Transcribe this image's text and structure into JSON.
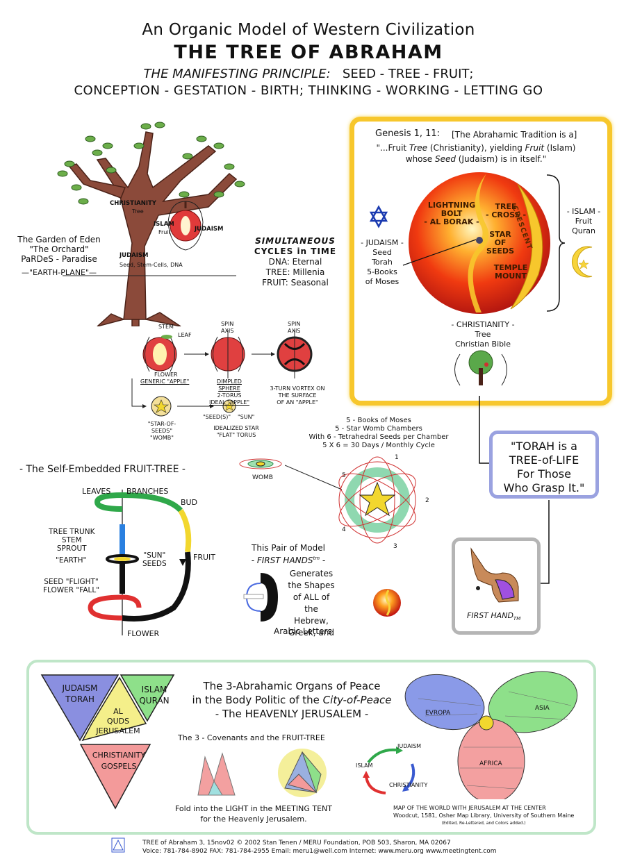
{
  "header": {
    "line1": "An Organic Model of Western Civilization",
    "line2": "THE TREE OF ABRAHAM",
    "line3_italic": "THE MANIFESTING PRINCIPLE:",
    "line3_rest": "SEED - TREE - FRUIT;",
    "line4": "CONCEPTION - GESTATION - BIRTH;  THINKING - WORKING - LETTING GO"
  },
  "tree": {
    "christianity": "CHRISTIANITY",
    "christianity_sub": "Tree",
    "islam": "ISLAM",
    "islam_sub": "Fruit",
    "judaism_fruit": "JUDAISM",
    "judaism": "JUDAISM",
    "judaism_sub": "Seed, Stem-Cells, DNA",
    "garden1": "The Garden of Eden",
    "garden2": "\"The Orchard\"",
    "garden3": "PaRDeS - Paradise",
    "earth_plane": "—\"EARTH-PLANE\"—"
  },
  "cycles": {
    "title1": "SIMULTANEOUS",
    "title2": "CYCLES in TIME",
    "dna": "DNA: Eternal",
    "tree": "TREE: Millenia",
    "fruit": "FRUIT: Seasonal"
  },
  "genesis": {
    "ref": "Genesis 1, 11:",
    "bracket": "[The Abrahamic Tradition is a]",
    "quote1a": "\"...Fruit ",
    "quote1b": "Tree",
    "quote1c": " (Christianity), yielding ",
    "quote1d": "Fruit",
    "quote1e": " (Islam)",
    "quote2a": "whose ",
    "quote2b": "Seed",
    "quote2c": " (Judaism) is in itself.\"",
    "lightning1": "LIGHTNING",
    "lightning2": "BOLT",
    "lightning3": "- AL BORAK -",
    "tree_cross1": "TREE",
    "tree_cross2": "- CROSS -",
    "crescent": "CRESCENT",
    "star1": "STAR",
    "star2": "OF",
    "star3": "SEEDS",
    "temple1": "TEMPLE",
    "temple2": "MOUNT",
    "jud1": "- JUDAISM -",
    "jud2": "Seed",
    "jud3": "Torah",
    "jud4": "5-Books",
    "jud5": "of Moses",
    "isl1": "- ISLAM -",
    "isl2": "Fruit",
    "isl3": "Quran",
    "chr1": "- CHRISTIANITY -",
    "chr2": "Tree",
    "chr3": "Christian Bible"
  },
  "apple": {
    "stem": "STEM",
    "leaf": "LEAF",
    "flower": "FLOWER",
    "spin1": "SPIN",
    "axis1": "AXIS",
    "spin2": "SPIN",
    "axis2": "AXIS",
    "generic": "GENERIC \"APPLE\"",
    "dimpled": "DIMPLED SPHERE",
    "torus1": "2-TORUS",
    "torus2": "IDEAL \"APPLE\"",
    "vortex1": "3-TURN VORTEX ON",
    "vortex2": "THE SURFACE",
    "vortex3": "OF AN \"APPLE\"",
    "sos1": "\"STAR-OF-SEEDS\"",
    "sos2": "\"WOMB\"",
    "seeds_s": "\"SEED(S)\"",
    "sun": "\"SUN\"",
    "idealized1": "IDEALIZED STAR",
    "idealized2": "\"FLAT\" TORUS",
    "womb": "WOMB"
  },
  "moses": {
    "l1": "5 - Books of Moses",
    "l2": "5 - Star Womb Chambers",
    "l3": "With 6 - Tetrahedral Seeds per Chamber",
    "l4": "5 X 6 = 30 Days / Monthly Cycle",
    "n1": "1",
    "n2": "2",
    "n3": "3",
    "n4": "4",
    "n5": "5"
  },
  "torah_box": {
    "l1": "\"TORAH is a",
    "l2": "TREE-of-LIFE",
    "l3": "For Those",
    "l4": "Who Grasp It.\""
  },
  "first_hand": {
    "label": "FIRST HAND",
    "tm": "TM"
  },
  "self_embedded": {
    "title": "- The Self-Embedded FRUIT-TREE -",
    "leaves": "LEAVES",
    "branches": "BRANCHES",
    "bud": "BUD",
    "trunk1": "TREE TRUNK",
    "trunk2": "STEM",
    "trunk3": "SPROUT",
    "earth": "\"EARTH\"",
    "sun1": "\"SUN\"",
    "sun2": "SEEDS",
    "fruit": "FRUIT",
    "seed1": "SEED \"FLIGHT\"",
    "seed2": "FLOWER \"FALL\"",
    "flower": "FLOWER"
  },
  "model": {
    "l1": "This Pair of Model",
    "l2": "- FIRST HANDS",
    "l2tm": "tm",
    "l2end": " -",
    "g1": "Generates",
    "g2": "the Shapes",
    "g3": "of ALL of",
    "g4": "the Hebrew,",
    "g5": "Greek, and",
    "g6": "Arabic Letters"
  },
  "peace": {
    "tri_jud1": "JUDAISM",
    "tri_jud2": "TORAH",
    "tri_isl1": "ISLAM",
    "tri_isl2": "QURAN",
    "tri_alq1": "AL",
    "tri_alq2": "QUDS",
    "tri_alq3": "JERUSALEM",
    "tri_chr1": "CHRISTIANITY",
    "tri_chr2": "GOSPELS",
    "title1": "The 3-Abrahamic Organs of Peace",
    "title2a": "in the Body Politic of the ",
    "title2b": "City-of-Peace",
    "title3": "- The HEAVENLY JERUSALEM -",
    "covenants": "The 3 - Covenants and the FRUIT-TREE",
    "cyc_jud": "JUDAISM",
    "cyc_isl": "ISLAM",
    "cyc_chr": "CHRISTIANITY",
    "fold1": "Fold into the LIGHT in the MEETING TENT",
    "fold2": "for the Heavenly Jerusalem.",
    "map_eu": "EVROPA",
    "map_as": "ASIA",
    "map_af": "AFRICA",
    "map1": "MAP OF THE WORLD WITH JERUSALEM AT THE CENTER",
    "map2": "Woodcut, 1581, Osher Map Library, University of Southern Maine",
    "map3": "(Edited, Re-Lettered, and Colors added.)"
  },
  "footer": {
    "line1": "TREE of Abraham 3, 15nov02 © 2002 Stan Tenen / MERU Foundation, POB 503, Sharon, MA 02067",
    "line2": "Voice: 781-784-8902  FAX: 781-784-2955  Email: meru1@well.com  Internet: www.meru.org  www.meetingtent.com"
  },
  "colors": {
    "gold": "#f7c72c",
    "blue_box": "#9aa2e0",
    "green_box": "#bfe6c8",
    "judaism": "#8a8fe0",
    "islam": "#8ee08a",
    "alquds": "#f4ef8a",
    "christianity": "#f39a9a"
  }
}
